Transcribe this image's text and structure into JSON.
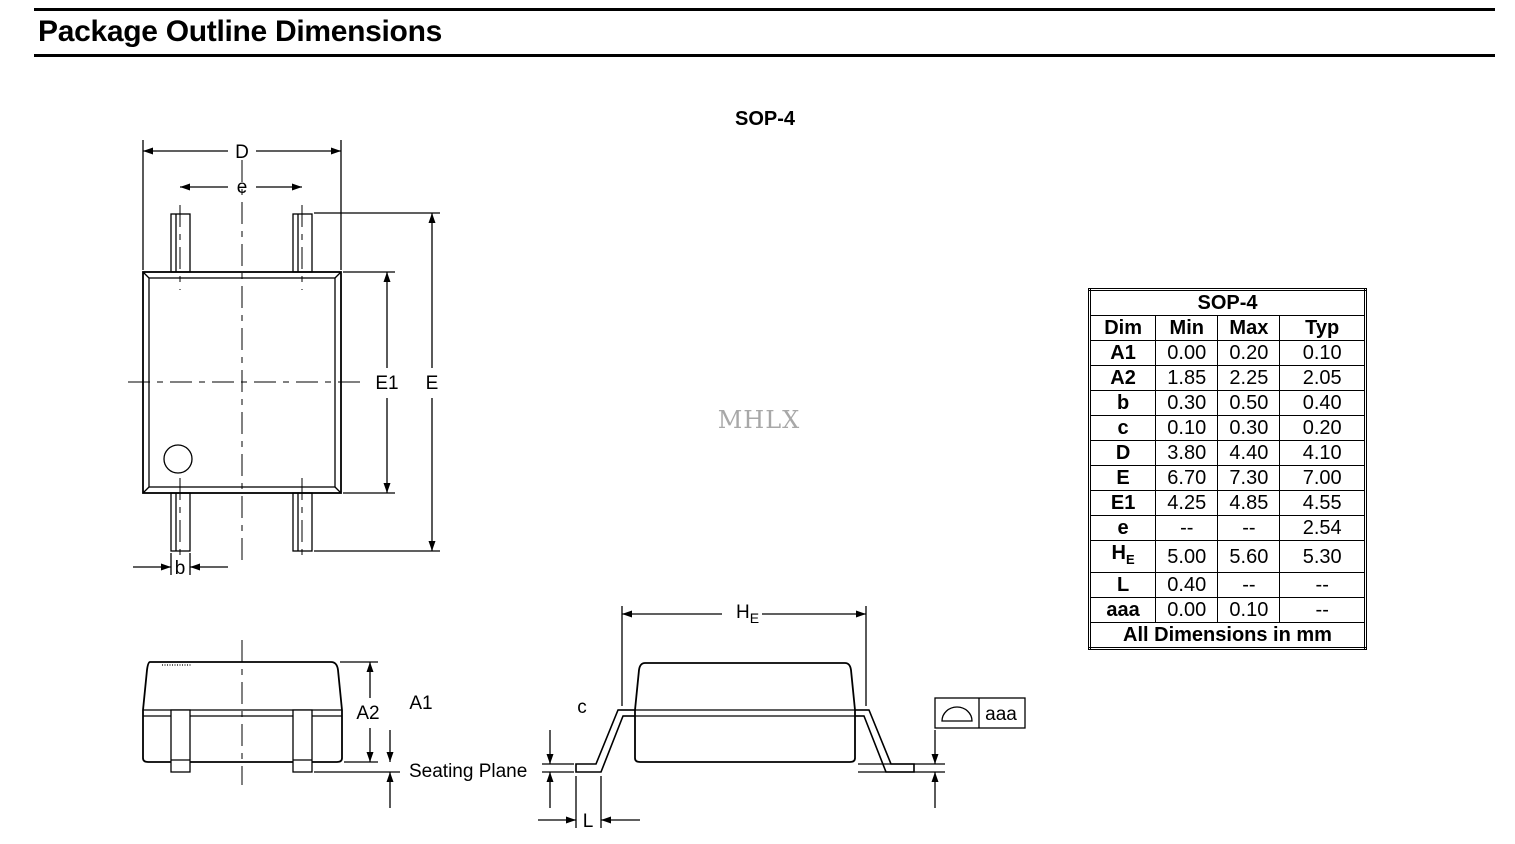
{
  "title": "Package Outline Dimensions",
  "package_name": "SOP-4",
  "watermark": "MHLX",
  "diagram_labels": {
    "D": "D",
    "e": "e",
    "E1": "E1",
    "E": "E",
    "b": "b",
    "A2": "A2",
    "A1": "A1",
    "seating_plane": "Seating Plane",
    "HE_main": "H",
    "HE_sub": "E",
    "c": "c",
    "L": "L",
    "aaa": "aaa"
  },
  "table": {
    "caption": "SOP-4",
    "headers": [
      "Dim",
      "Min",
      "Max",
      "Typ"
    ],
    "rows": [
      {
        "dim": "A1",
        "min": "0.00",
        "max": "0.20",
        "typ": "0.10"
      },
      {
        "dim": "A2",
        "min": "1.85",
        "max": "2.25",
        "typ": "2.05"
      },
      {
        "dim": "b",
        "min": "0.30",
        "max": "0.50",
        "typ": "0.40"
      },
      {
        "dim": "c",
        "min": "0.10",
        "max": "0.30",
        "typ": "0.20"
      },
      {
        "dim": "D",
        "min": "3.80",
        "max": "4.40",
        "typ": "4.10"
      },
      {
        "dim": "E",
        "min": "6.70",
        "max": "7.30",
        "typ": "7.00"
      },
      {
        "dim": "E1",
        "min": "4.25",
        "max": "4.85",
        "typ": "4.55"
      },
      {
        "dim": "e",
        "min": "--",
        "max": "--",
        "typ": "2.54"
      },
      {
        "dim": "H",
        "dim_sub": "E",
        "min": "5.00",
        "max": "5.60",
        "typ": "5.30"
      },
      {
        "dim": "L",
        "min": "0.40",
        "max": "--",
        "typ": "--"
      },
      {
        "dim": "aaa",
        "min": "0.00",
        "max": "0.10",
        "typ": "--"
      }
    ],
    "footer": "All Dimensions in mm"
  }
}
